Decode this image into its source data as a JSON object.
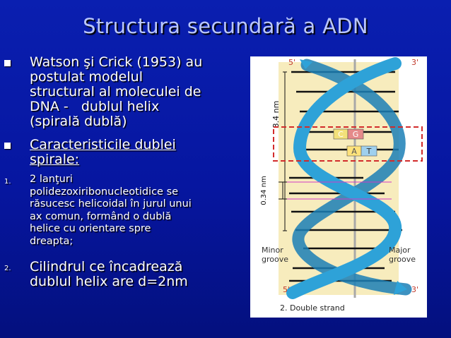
{
  "slide": {
    "title": "Structura secundară a ADN",
    "bullets": [
      {
        "marker": "",
        "lines": [
          "Watson şi Crick (1953) au",
          "postulat modelul",
          "structural al moleculei de",
          "DNA -   dublul helix",
          "(spirală dublă)"
        ]
      },
      {
        "marker": "",
        "lines": [
          "Caracteristicile dublei",
          "spirale:"
        ]
      },
      {
        "marker": "1.",
        "lines": [
          "2 lanţuri",
          "polidezoxiribonucleotidice se",
          "răsucesc helicoidal în jurul unui",
          "ax comun, formând o dublă",
          "helice cu orientare spre",
          "dreapta;"
        ]
      },
      {
        "marker": "2.",
        "lines": [
          "Cilindrul ce încadrează",
          "dublul helix are d=2nm"
        ]
      }
    ]
  },
  "figure": {
    "labels": {
      "top_left": "5'",
      "top_right": "3'",
      "bottom_left": "5'",
      "bottom_right": "3'",
      "pitch": "3.4 nm",
      "rise": "0.34 nm",
      "minor": "Minor",
      "minor2": "groove",
      "major": "Major",
      "major2": "groove",
      "c": "C",
      "g": "G",
      "a": "A",
      "t": "T",
      "caption": "2. Double strand"
    },
    "colors": {
      "strand": "#2ea2d8",
      "strand_dark": "#1b7fb6",
      "cylinder": "#f7ecbd",
      "box": "#d22b2b",
      "pair_c": "#f3e17a",
      "pair_g": "#e58a8a",
      "pair_a": "#ffe27a",
      "pair_t": "#9fd0ee"
    }
  }
}
